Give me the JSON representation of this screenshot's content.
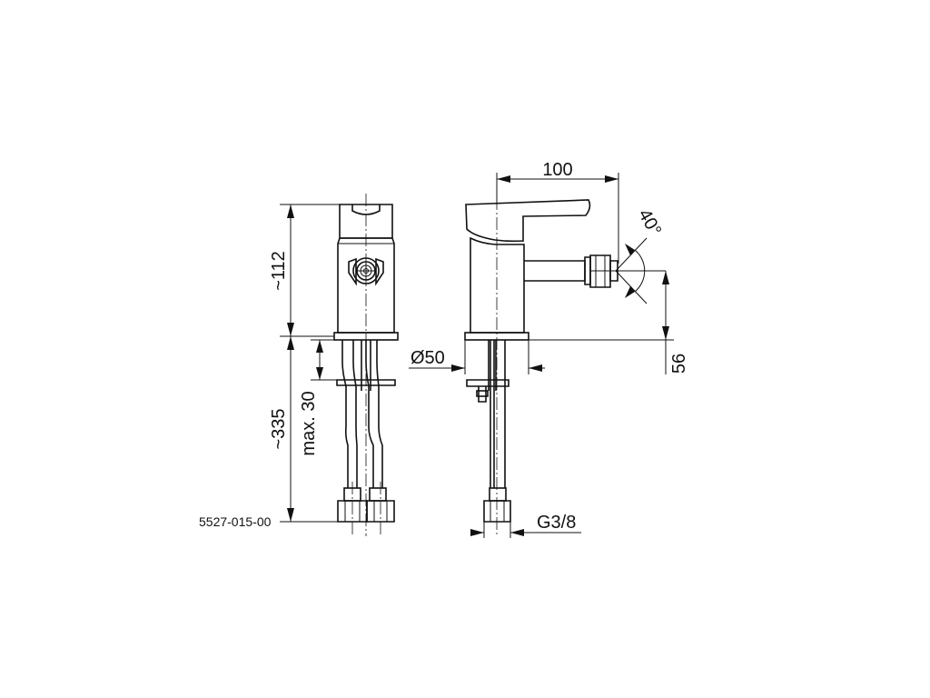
{
  "dimensions": {
    "height_top": "~112",
    "height_bottom": "~335",
    "max_thickness": "max. 30",
    "reach": "100",
    "angle": "40°",
    "spout_height": "56",
    "diameter": "Ø50",
    "connection": "G3/8"
  },
  "code": "5527-015-00"
}
